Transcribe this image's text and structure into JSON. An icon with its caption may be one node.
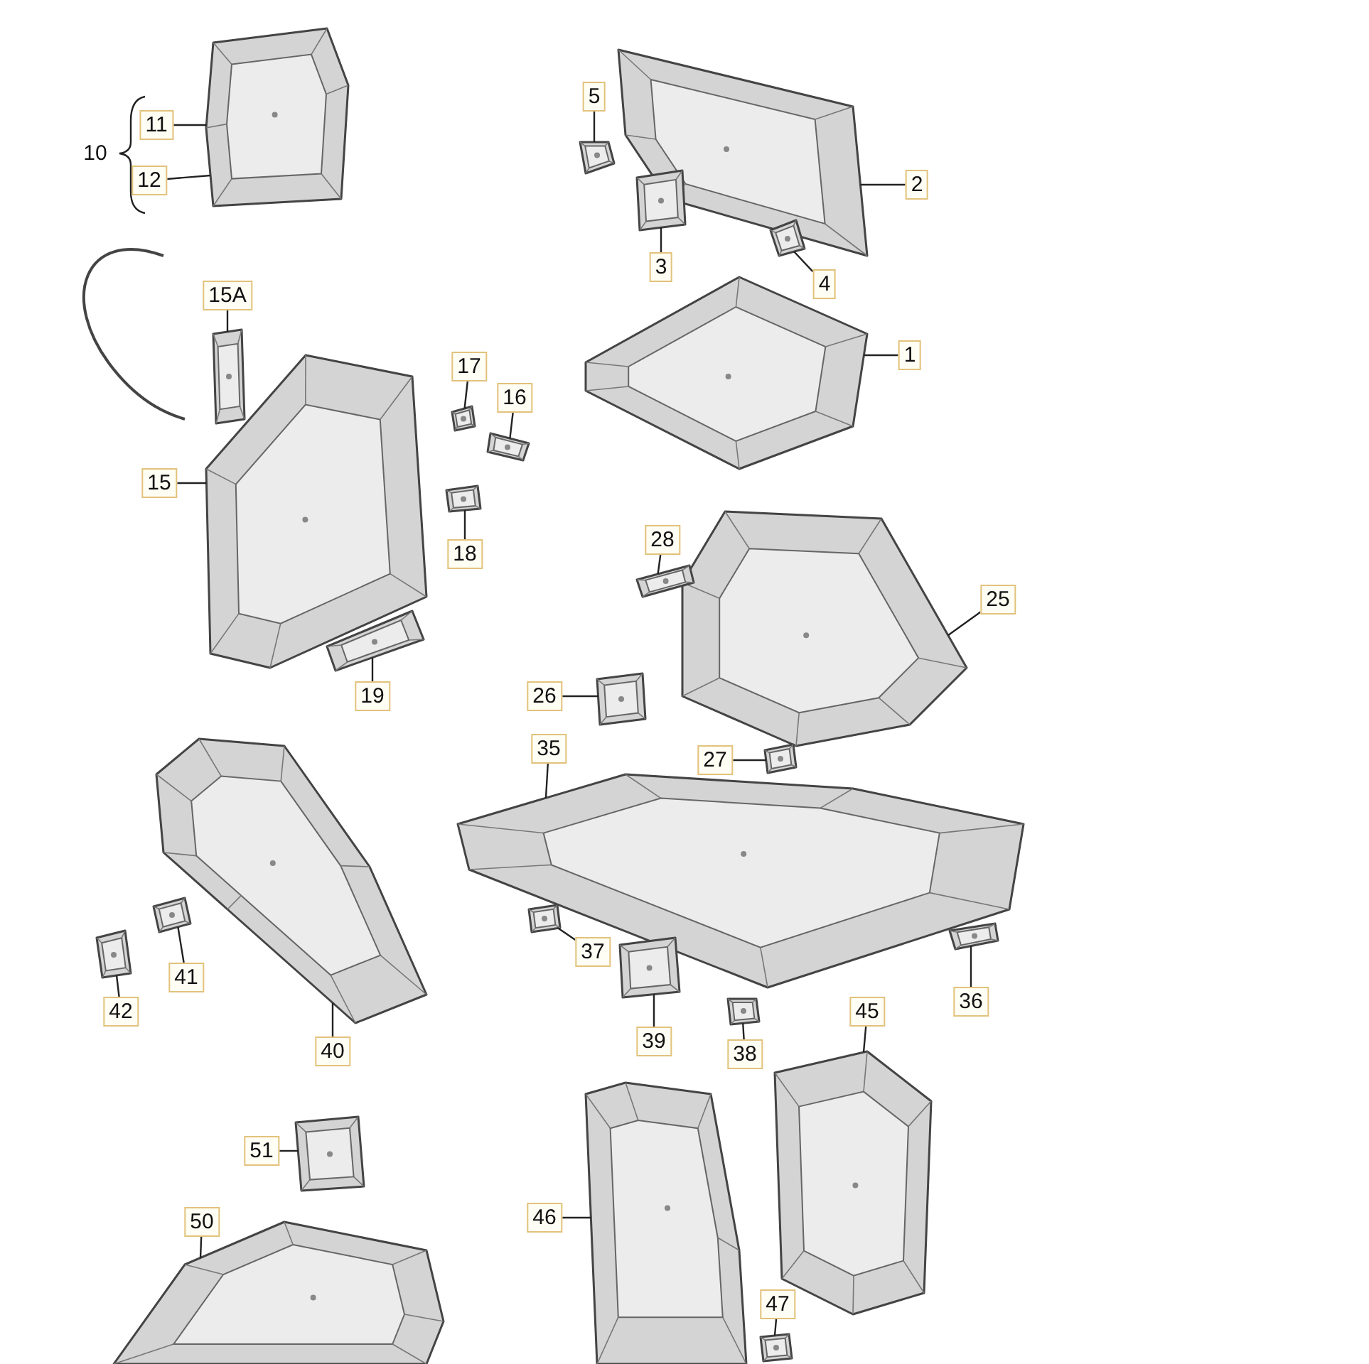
{
  "diagram": {
    "nodes": [
      {
        "text": [
          "11"
        ]
      },
      {
        "text": [
          "12"
        ]
      },
      {
        "text": [
          "5"
        ]
      },
      {
        "text": [
          "2"
        ]
      },
      {
        "text": [
          "3"
        ]
      },
      {
        "text": [
          "4"
        ]
      },
      {
        "text": [
          "1"
        ]
      },
      {
        "text": [
          "15A"
        ]
      },
      {
        "text": [
          "17"
        ]
      },
      {
        "text": [
          "16"
        ]
      },
      {
        "text": [
          "15"
        ]
      },
      {
        "text": [
          "18"
        ]
      },
      {
        "text": [
          "19"
        ]
      },
      {
        "text": [
          "28"
        ]
      },
      {
        "text": [
          "25"
        ]
      },
      {
        "text": [
          "26"
        ]
      },
      {
        "text": [
          "27"
        ]
      },
      {
        "text": [
          "35"
        ]
      },
      {
        "text": [
          "37"
        ]
      },
      {
        "text": [
          "39"
        ]
      },
      {
        "text": [
          "38"
        ]
      },
      {
        "text": [
          "36"
        ]
      },
      {
        "text": [
          "42"
        ]
      },
      {
        "text": [
          "41"
        ]
      },
      {
        "text": [
          "40"
        ]
      },
      {
        "text": [
          "45"
        ]
      },
      {
        "text": [
          "46"
        ]
      },
      {
        "text": [
          "47"
        ]
      },
      {
        "text": [
          "51"
        ]
      },
      {
        "text": [
          "50"
        ]
      },
      {
        "text": [],
        "shape": "picture"
      },
      {
        "text": [],
        "shape": "picture"
      },
      {
        "text": [],
        "shape": "picture"
      },
      {
        "text": [],
        "shape": "picture"
      },
      {
        "text": [],
        "shape": "picture"
      },
      {
        "text": [],
        "shape": "picture"
      },
      {
        "text": [],
        "shape": "picture"
      },
      {
        "text": [],
        "shape": "picture"
      },
      {
        "text": [],
        "shape": "picture"
      },
      {
        "text": [],
        "shape": "picture"
      },
      {
        "text": [],
        "shape": "picture"
      },
      {
        "text": [],
        "shape": "picture"
      },
      {
        "text": [],
        "shape": "picture"
      },
      {
        "text": [],
        "shape": "picture"
      },
      {
        "text": [],
        "shape": "picture"
      },
      {
        "text": [],
        "shape": "picture"
      },
      {
        "text": [],
        "shape": "picture"
      },
      {
        "text": [],
        "shape": "picture"
      },
      {
        "text": [],
        "shape": "picture"
      },
      {
        "text": [],
        "shape": "picture"
      },
      {
        "text": [],
        "shape": "picture"
      },
      {
        "text": [],
        "shape": "picture"
      },
      {
        "text": [],
        "shape": "picture"
      },
      {
        "text": [],
        "shape": "picture"
      },
      {
        "text": [],
        "shape": "picture"
      },
      {
        "text": [],
        "shape": "picture"
      },
      {
        "text": [],
        "shape": "picture"
      },
      {
        "text": [],
        "shape": "picture"
      },
      {
        "text": [],
        "shape": "picture"
      }
    ],
    "edges": [
      {
        "from": 0,
        "to": 30,
        "arrow": "none"
      },
      {
        "from": 1,
        "to": 30,
        "arrow": "none"
      },
      {
        "from": 2,
        "to": 33,
        "arrow": "none"
      },
      {
        "from": 3,
        "to": 32,
        "arrow": "none"
      },
      {
        "from": 4,
        "to": 34,
        "arrow": "none"
      },
      {
        "from": 5,
        "to": 35,
        "arrow": "none"
      },
      {
        "from": 6,
        "to": 36,
        "arrow": "none"
      },
      {
        "from": 7,
        "to": 31,
        "arrow": "none"
      },
      {
        "from": 8,
        "to": 38,
        "arrow": "none"
      },
      {
        "from": 9,
        "to": 39,
        "arrow": "none"
      },
      {
        "from": 10,
        "to": 37,
        "arrow": "none"
      },
      {
        "from": 11,
        "to": 40,
        "arrow": "none"
      },
      {
        "from": 12,
        "to": 41,
        "arrow": "none"
      },
      {
        "from": 13,
        "to": 43,
        "arrow": "none"
      },
      {
        "from": 14,
        "to": 42,
        "arrow": "none"
      },
      {
        "from": 15,
        "to": 44,
        "arrow": "none"
      },
      {
        "from": 16,
        "to": 45,
        "arrow": "none"
      },
      {
        "from": 17,
        "to": 46,
        "arrow": "none"
      },
      {
        "from": 18,
        "to": 47,
        "arrow": "none"
      },
      {
        "from": 19,
        "to": 48,
        "arrow": "none"
      },
      {
        "from": 20,
        "to": 49,
        "arrow": "none"
      },
      {
        "from": 21,
        "to": 50,
        "arrow": "none"
      },
      {
        "from": 22,
        "to": 52,
        "arrow": "none"
      },
      {
        "from": 23,
        "to": 53,
        "arrow": "none"
      },
      {
        "from": 24,
        "to": 51,
        "arrow": "none"
      },
      {
        "from": 25,
        "to": 54,
        "arrow": "none"
      },
      {
        "from": 26,
        "to": 55,
        "arrow": "none"
      },
      {
        "from": 27,
        "to": 56,
        "arrow": "none"
      },
      {
        "from": 28,
        "to": 57,
        "arrow": "none"
      },
      {
        "from": 29,
        "to": 58,
        "arrow": "none"
      }
    ],
    "labels": [
      "10"
    ]
  }
}
